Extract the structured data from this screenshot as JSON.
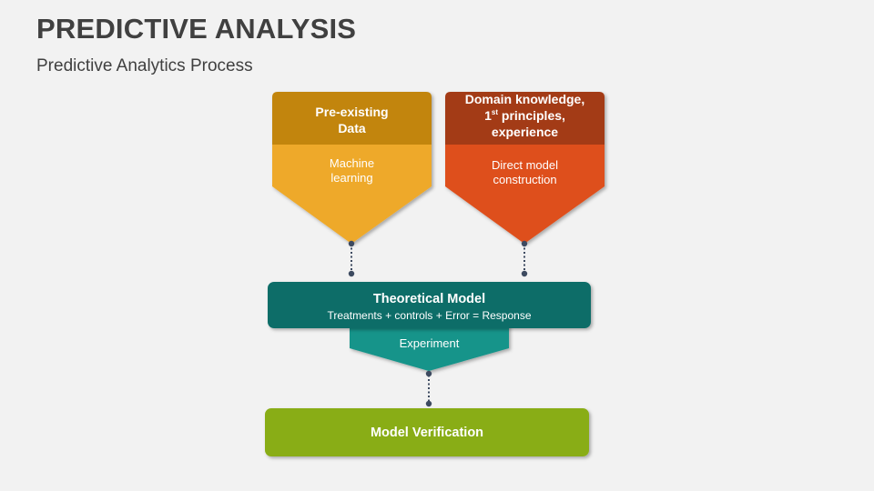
{
  "header": {
    "title": "PREDICTIVE ANALYSIS",
    "subtitle": "Predictive Analytics Process"
  },
  "colors": {
    "background": "#f2f2f2",
    "yellow_header": "#c28510",
    "yellow_body": "#eea92b",
    "orange_header": "#a33a12",
    "orange_body": "#de501d",
    "teal_header": "#106d67",
    "teal_body": "#15948a",
    "green": "#89ad14",
    "connector": "#3d4a60"
  },
  "nodes": {
    "left": {
      "header_line1": "Pre-existing",
      "header_line2": "Data",
      "body_line1": "Machine",
      "body_line2": "learning"
    },
    "right": {
      "header_line1": "Domain knowledge,",
      "header_line2_num": "1",
      "header_line2_sup": "st",
      "header_line2_rest": " principles,",
      "header_line3": "experience",
      "body_line1": "Direct model",
      "body_line2": "construction"
    },
    "theoretical": {
      "title": "Theoretical Model",
      "formula": "Treatments + controls +  Error = Response"
    },
    "experiment": {
      "label": "Experiment"
    },
    "verification": {
      "label": "Model Verification"
    }
  }
}
